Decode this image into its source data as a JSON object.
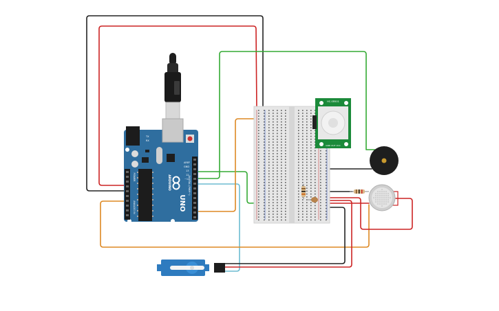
{
  "board": {
    "label_uno": "UNO",
    "label_brand": "ARDUINO",
    "label_digital": "DIGITAL (PWM~)",
    "label_analog": "ANALOG IN",
    "label_power": "POWER",
    "label_tx": "TX",
    "label_rx": "RX",
    "label_aref": "AREF",
    "label_gnd": "GND",
    "label_13": "13",
    "label_12": "12",
    "label_11": "~11"
  },
  "pir_sensor": {
    "label_top": "HC-SR501",
    "label_bottom": "GND OUT VCC"
  },
  "colors": {
    "arduino_blue": "#2f6e9f",
    "breadboard": "#e6e6e6",
    "pir_green": "#1b8a3a",
    "wire_black": "#222222",
    "wire_red": "#cc2222",
    "wire_green": "#33aa33",
    "wire_orange": "#dd8822",
    "wire_cyan": "#6bbcd1",
    "servo_blue": "#2e7bbf"
  },
  "components": [
    {
      "icon": "arduino-uno-icon"
    },
    {
      "icon": "usb-cable-icon"
    },
    {
      "icon": "breadboard-icon"
    },
    {
      "icon": "pir-sensor-icon"
    },
    {
      "icon": "piezo-buzzer-icon"
    },
    {
      "icon": "gas-sensor-icon"
    },
    {
      "icon": "servo-motor-icon"
    },
    {
      "icon": "resistor-icon"
    }
  ]
}
